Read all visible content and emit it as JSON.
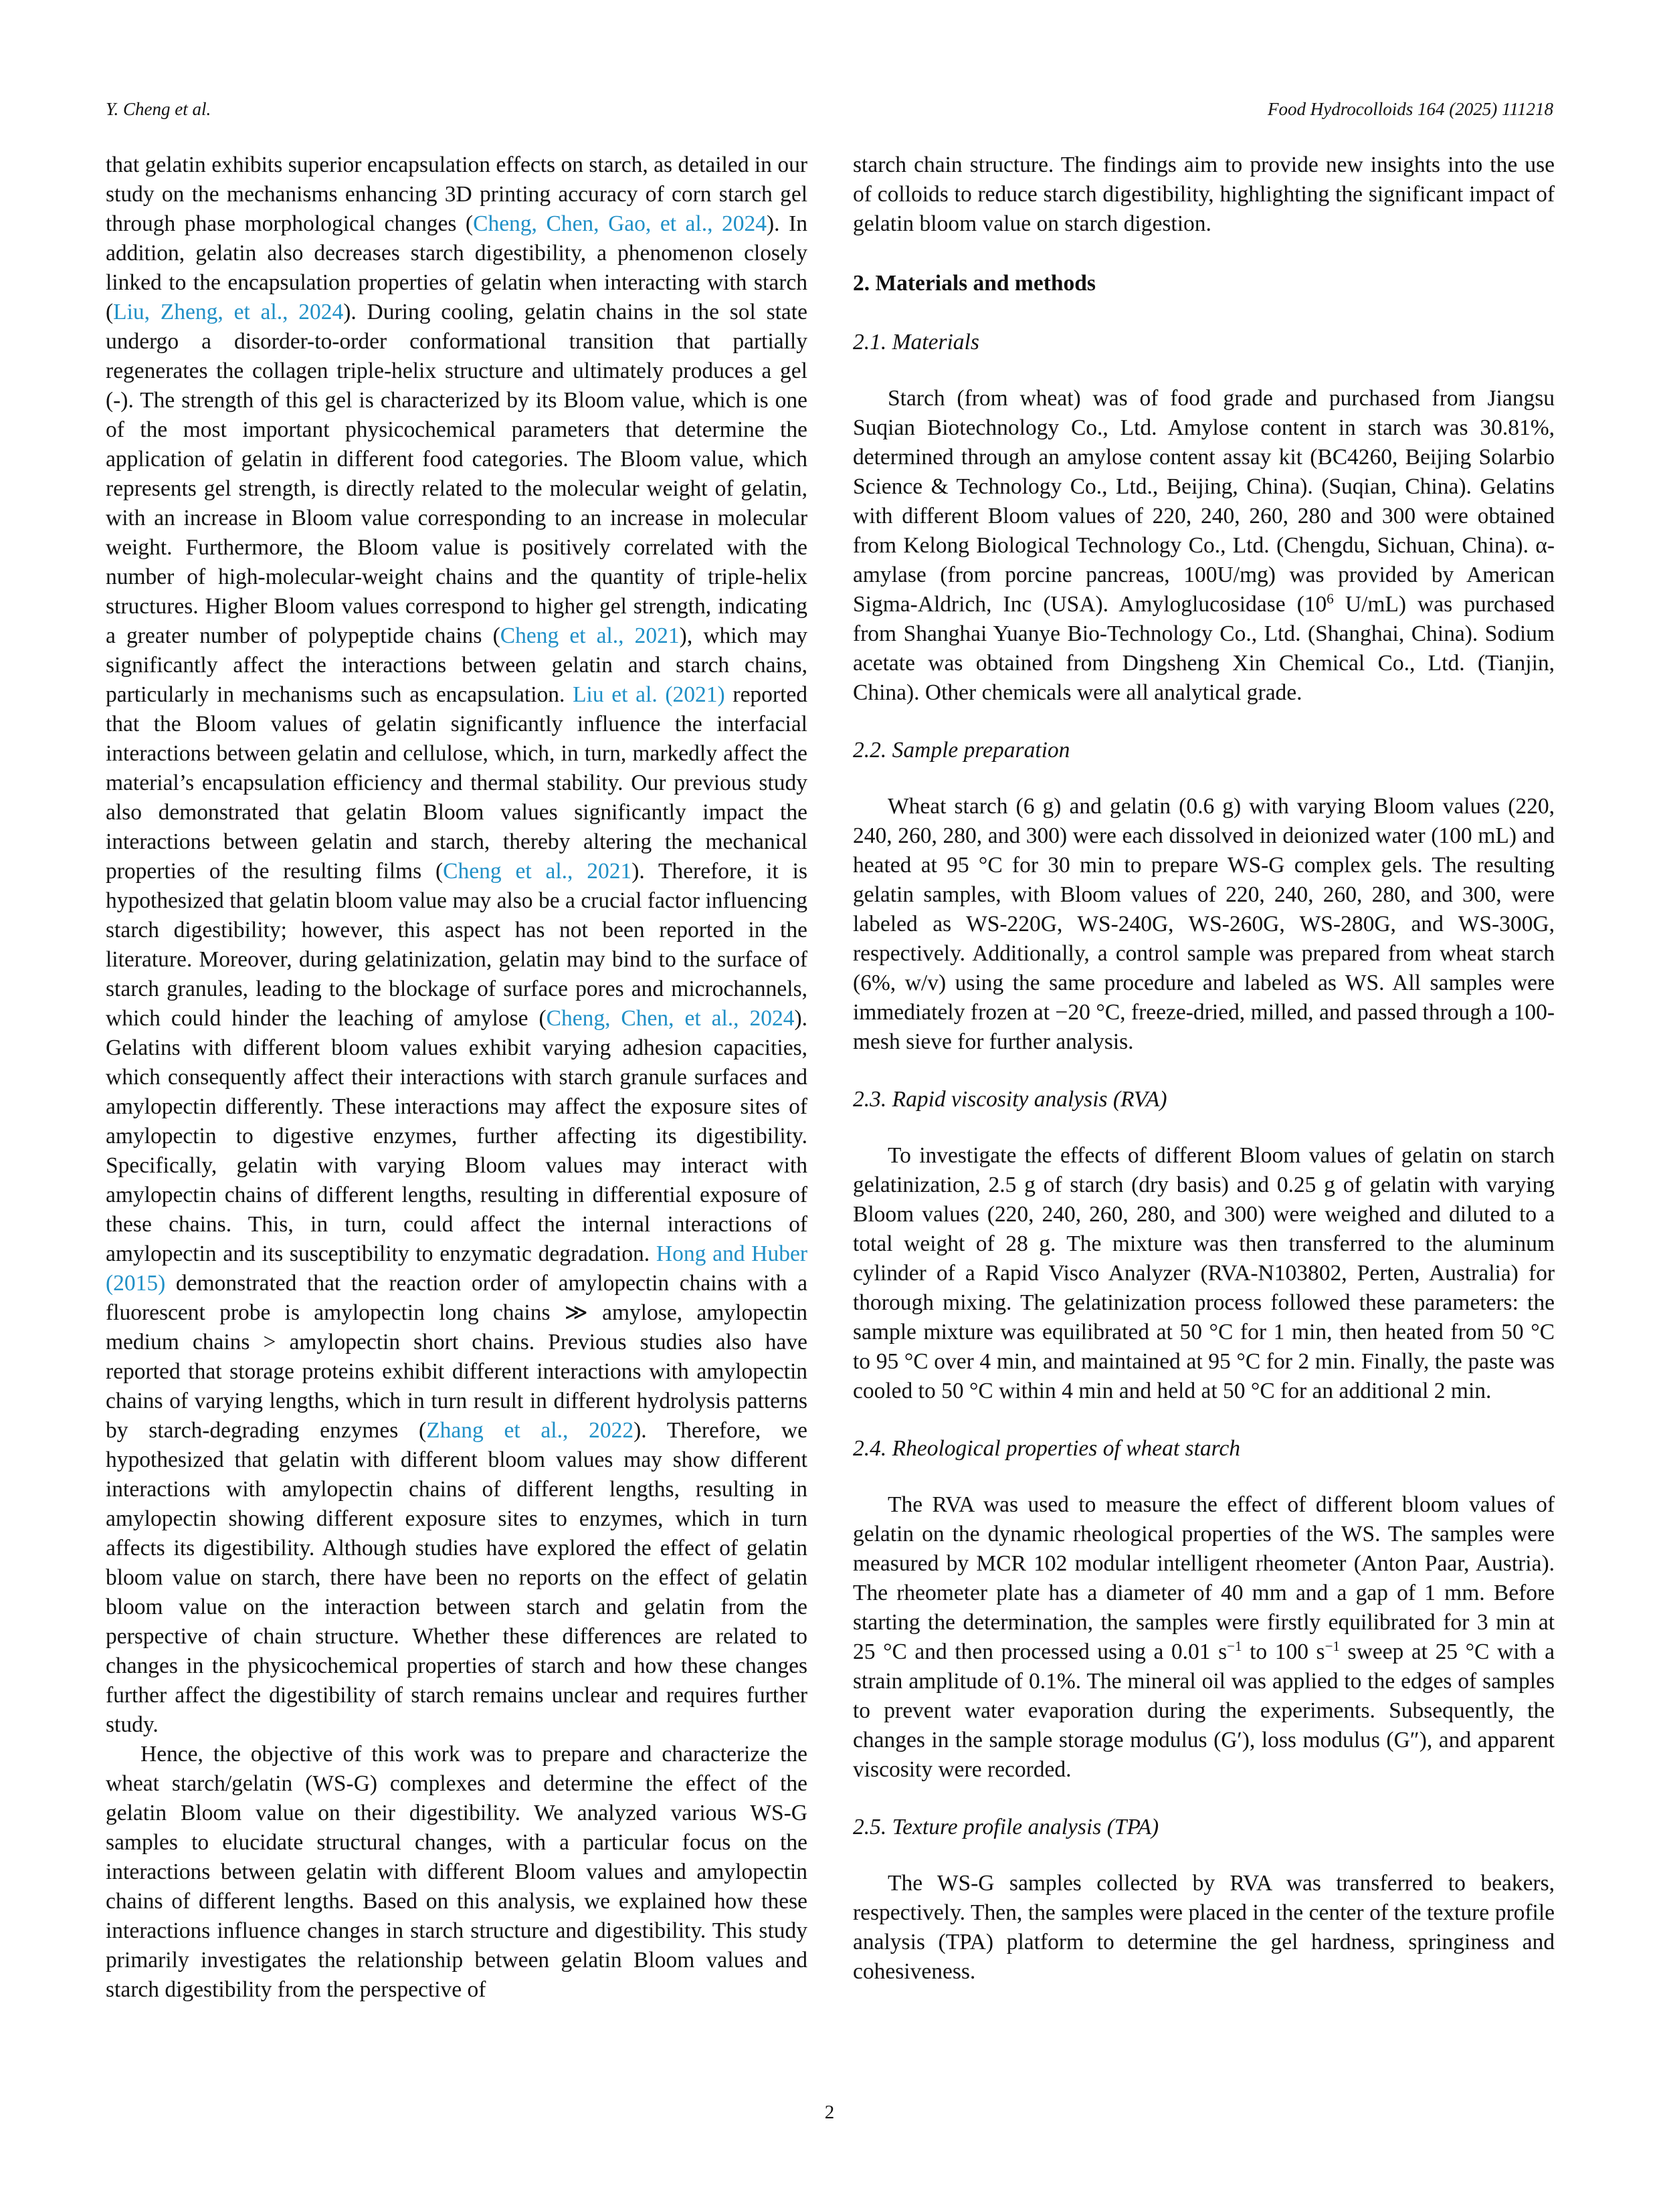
{
  "header": {
    "left": "Y. Cheng et al.",
    "right": "Food Hydrocolloids 164 (2025) 111218"
  },
  "left_column": {
    "p1": {
      "t1": "that gelatin exhibits superior encapsulation effects on starch, as detailed in our study on the mechanisms enhancing 3D printing accuracy of corn starch gel through phase morphological changes (",
      "c1": "Cheng, Chen, Gao, et al., 2024",
      "t2": "). In addition, gelatin also decreases starch digestibility, a phenomenon closely linked to the encapsulation properties of gelatin when interacting with starch (",
      "c2": "Liu, Zheng, et al., 2024",
      "t3": "). During cooling, gelatin chains in the sol state undergo a disorder-to-order conformational transition that partially regenerates the collagen triple-helix structure and ultimately produces a gel (-). The strength of this gel is characterized by its Bloom value, which is one of the most important physicochemical parameters that determine the application of gelatin in different food categories. The Bloom value, which represents gel strength, is directly related to the molecular weight of gelatin, with an increase in Bloom value corresponding to an increase in molecular weight. Furthermore, the Bloom value is positively correlated with the number of high-molecular-weight chains and the quantity of triple-helix structures. Higher Bloom values correspond to higher gel strength, indicating a greater number of polypeptide chains (",
      "c3": "Cheng et al., 2021",
      "t4": "), which may significantly affect the interactions between gelatin and starch chains, particularly in mechanisms such as encapsulation. ",
      "c4": "Liu et al. (2021)",
      "t5": " reported that the Bloom values of gelatin significantly influence the interfacial interactions between gelatin and cellulose, which, in turn, markedly affect the material’s encapsulation efficiency and thermal stability. Our previous study also demonstrated that gelatin Bloom values significantly impact the interactions between gelatin and starch, thereby altering the mechanical properties of the resulting films (",
      "c5": "Cheng et al., 2021",
      "t6": "). Therefore, it is hypothesized that gelatin bloom value may also be a crucial factor influencing starch digestibility; however, this aspect has not been reported in the literature. Moreover, during gelatinization, gelatin may bind to the surface of starch granules, leading to the blockage of surface pores and microchannels, which could hinder the leaching of amylose (",
      "c6": "Cheng, Chen, et al., 2024",
      "t7": "). Gelatins with different bloom values exhibit varying adhesion capacities, which consequently affect their interactions with starch granule surfaces and amylopectin differently. These interactions may affect the exposure sites of amylopectin to digestive enzymes, further affecting its digestibility. Specifically, gelatin with varying Bloom values may interact with amylopectin chains of different lengths, resulting in differential exposure of these chains. This, in turn, could affect the internal interactions of amylopectin and its susceptibility to enzymatic degradation. ",
      "c7": "Hong and Huber (2015)",
      "t8": " demonstrated that the reaction order of amylopectin chains with a fluorescent probe is amylopectin long chains ≫ amylose, amylopectin medium chains > amylopectin short chains. Previous studies also have reported that storage proteins exhibit different interactions with amylopectin chains of varying lengths, which in turn result in different hydrolysis patterns by starch-degrading enzymes (",
      "c8": "Zhang et al., 2022",
      "t9": "). Therefore, we hypothesized that gelatin with different bloom values may show different interactions with amylopectin chains of different lengths, resulting in amylopectin showing different exposure sites to enzymes, which in turn affects its digestibility. Although studies have explored the effect of gelatin bloom value on starch, there have been no reports on the effect of gelatin bloom value on the interaction between starch and gelatin from the perspective of chain structure. Whether these differences are related to changes in the physicochemical properties of starch and how these changes further affect the digestibility of starch remains unclear and requires further study."
    },
    "p2": "Hence, the objective of this work was to prepare and characterize the wheat starch/gelatin (WS-G) complexes and determine the effect of the gelatin Bloom value on their digestibility. We analyzed various WS-G samples to elucidate structural changes, with a particular focus on the interactions between gelatin with different Bloom values and amylopectin chains of different lengths. Based on this analysis, we explained how these interactions influence changes in starch structure and digestibility. This study primarily investigates the relationship between gelatin Bloom values and starch digestibility from the perspective of"
  },
  "right_column": {
    "p0": "starch chain structure. The findings aim to provide new insights into the use of colloids to reduce starch digestibility, highlighting the significant impact of gelatin bloom value on starch digestion.",
    "section2_heading": "2. Materials and methods",
    "s21_heading": "2.1. Materials",
    "s21": {
      "a": "Starch (from wheat) was of food grade and purchased from Jiangsu Suqian Biotechnology Co., Ltd. Amylose content in starch was 30.81%, determined through an amylose content assay kit (BC4260, Beijing Solarbio Science & Technology Co., Ltd., Beijing, China). (Suqian, China). Gelatins with different Bloom values of 220, 240, 260, 280 and 300 were obtained from Kelong Biological Technology Co., Ltd. (Chengdu, Sichuan, China). α-amylase (from porcine pancreas, 100U/mg) was provided by American Sigma-Aldrich, Inc (USA). Amyloglucosidase (10",
      "sup": "6",
      "b": " U/mL) was purchased from Shanghai Yuanye Bio-Technology Co., Ltd. (Shanghai, China). Sodium acetate was obtained from Dingsheng Xin Chemical Co., Ltd. (Tianjin, China). Other chemicals were all analytical grade."
    },
    "s22_heading": "2.2. Sample preparation",
    "s22": "Wheat starch (6 g) and gelatin (0.6 g) with varying Bloom values (220, 240, 260, 280, and 300) were each dissolved in deionized water (100 mL) and heated at 95 °C for 30 min to prepare WS-G complex gels. The resulting gelatin samples, with Bloom values of 220, 240, 260, 280, and 300, were labeled as WS-220G, WS-240G, WS-260G, WS-280G, and WS-300G, respectively. Additionally, a control sample was prepared from wheat starch (6%, w/v) using the same procedure and labeled as WS. All samples were immediately frozen at −20 °C, freeze-dried, milled, and passed through a 100-mesh sieve for further analysis.",
    "s23_heading": "2.3. Rapid viscosity analysis (RVA)",
    "s23": "To investigate the effects of different Bloom values of gelatin on starch gelatinization, 2.5 g of starch (dry basis) and 0.25 g of gelatin with varying Bloom values (220, 240, 260, 280, and 300) were weighed and diluted to a total weight of 28 g. The mixture was then transferred to the aluminum cylinder of a Rapid Visco Analyzer (RVA-N103802, Perten, Australia) for thorough mixing. The gelatinization process followed these parameters: the sample mixture was equilibrated at 50 °C for 1 min, then heated from 50 °C to 95 °C over 4 min, and maintained at 95 °C for 2 min. Finally, the paste was cooled to 50 °C within 4 min and held at 50 °C for an additional 2 min.",
    "s24_heading": "2.4. Rheological properties of wheat starch",
    "s24": {
      "a": "The RVA was used to measure the effect of different bloom values of gelatin on the dynamic rheological properties of the WS. The samples were measured by MCR 102 modular intelligent rheometer (Anton Paar, Austria). The rheometer plate has a diameter of 40 mm and a gap of 1 mm. Before starting the determination, the samples were firstly equilibrated for 3 min at 25 °C and then processed using a 0.01 s",
      "sup1": "−1",
      "b": " to 100 s",
      "sup2": "−1",
      "c": " sweep at 25 °C with a strain amplitude of 0.1%. The mineral oil was applied to the edges of samples to prevent water evaporation during the experiments. Subsequently, the changes in the sample storage modulus (G′), loss modulus (G″), and apparent viscosity were recorded."
    },
    "s25_heading": "2.5. Texture profile analysis (TPA)",
    "s25": "The WS-G samples collected by RVA was transferred to beakers, respectively. Then, the samples were placed in the center of the texture profile analysis (TPA) platform to determine the gel hardness, springiness and cohesiveness."
  },
  "page_number": "2"
}
